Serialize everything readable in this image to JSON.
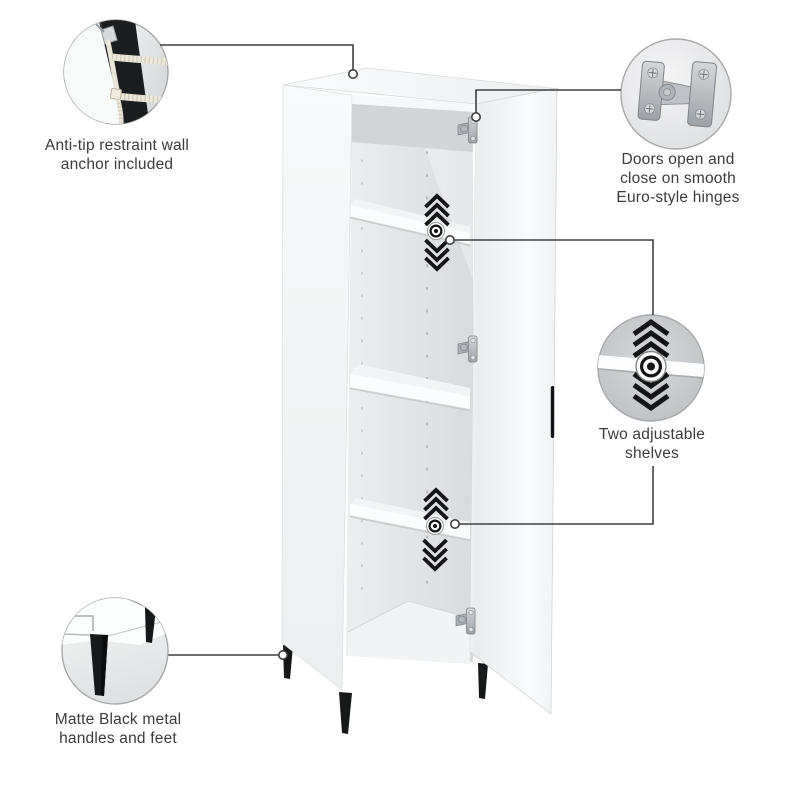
{
  "page": {
    "type": "product-feature-diagram",
    "background": "#ffffff"
  },
  "callouts": [
    {
      "name": "anti-tip-restraint",
      "icon": "anti-tip-strap-icon",
      "lines": [
        "Anti-tip restraint wall",
        "anchor included"
      ]
    },
    {
      "name": "euro-hinges",
      "icon": "euro-hinge-icon",
      "lines": [
        "Doors open and",
        "close on smooth",
        "Euro-style hinges"
      ]
    },
    {
      "name": "adjustable-shelves",
      "icon": "adjustable-shelf-icon",
      "lines": [
        "Two adjustable",
        "shelves"
      ]
    },
    {
      "name": "matte-black-feet",
      "icon": "metal-leg-icon",
      "lines": [
        "Matte Black metal",
        "handles and feet"
      ]
    }
  ],
  "colors": {
    "text": "#3b3b3b",
    "callout_line": "#3f3f42",
    "leg_black": "#17181a",
    "circle_border": "#a8a8aa",
    "cabinet_white": "#f8f9fa"
  }
}
